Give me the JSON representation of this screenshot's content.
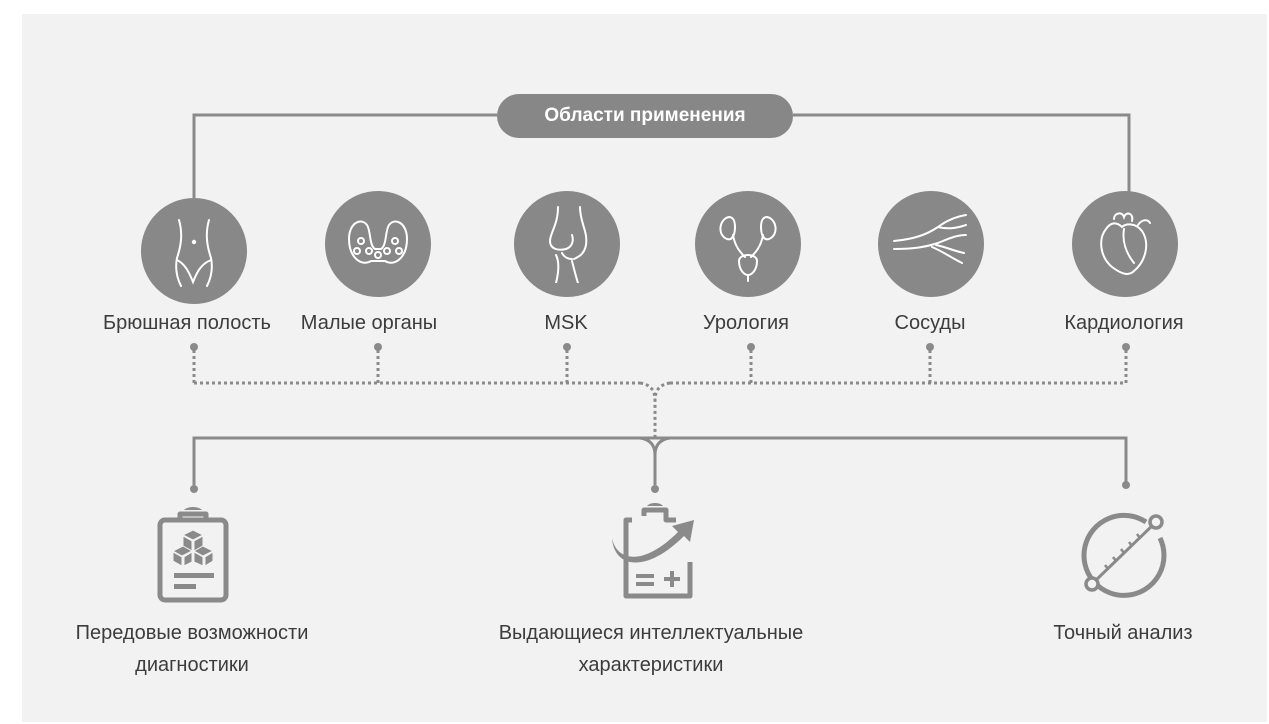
{
  "title": "Области применения",
  "areas": [
    {
      "label": "Брюшная полость",
      "icon": "abdomen-icon"
    },
    {
      "label": "Малые органы",
      "icon": "thyroid-icon"
    },
    {
      "label": "MSK",
      "icon": "knee-joint-icon"
    },
    {
      "label": "Урология",
      "icon": "urinary-system-icon"
    },
    {
      "label": "Сосуды",
      "icon": "blood-vessels-icon"
    },
    {
      "label": "Кардиология",
      "icon": "heart-icon"
    }
  ],
  "features": [
    {
      "line1": "Передовые возможности",
      "line2": "диагностики",
      "icon": "clipboard-cubes-icon"
    },
    {
      "line1": "Выдающиеся интеллектуальные",
      "line2": "характеристики",
      "icon": "clipboard-growth-icon"
    },
    {
      "line1": "Точный анализ",
      "line2": "",
      "icon": "caliper-measure-icon"
    }
  ],
  "colors": {
    "background": "#f1f2f1",
    "accent_gray": "#888888",
    "text": "#3c3c3c"
  }
}
